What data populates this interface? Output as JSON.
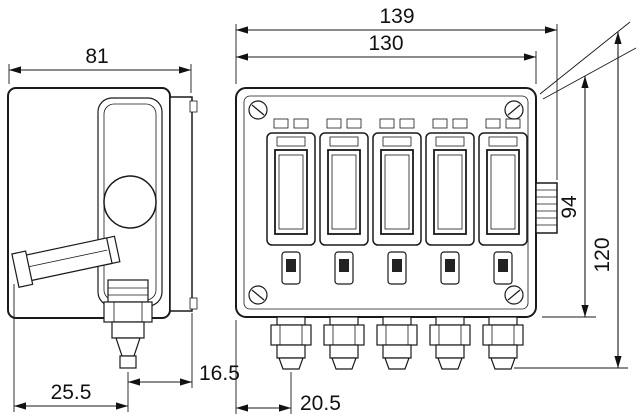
{
  "drawing": {
    "type": "technical-dimension-drawing",
    "background_color": "#ffffff",
    "line_color": "#1a1a1a",
    "views": {
      "left": "side-view-of-enclosure",
      "right": "front-view-of-enclosure-with-5-modules-and-5-cable-glands"
    },
    "dimensions": {
      "overall_width": "139",
      "enclosure_width": "130",
      "depth": "81",
      "enclosure_height": "94",
      "overall_height": "120",
      "gland_offset_rear": "16.5",
      "gland_offset_front": "25.5",
      "first_gland_offset": "20.5"
    }
  }
}
